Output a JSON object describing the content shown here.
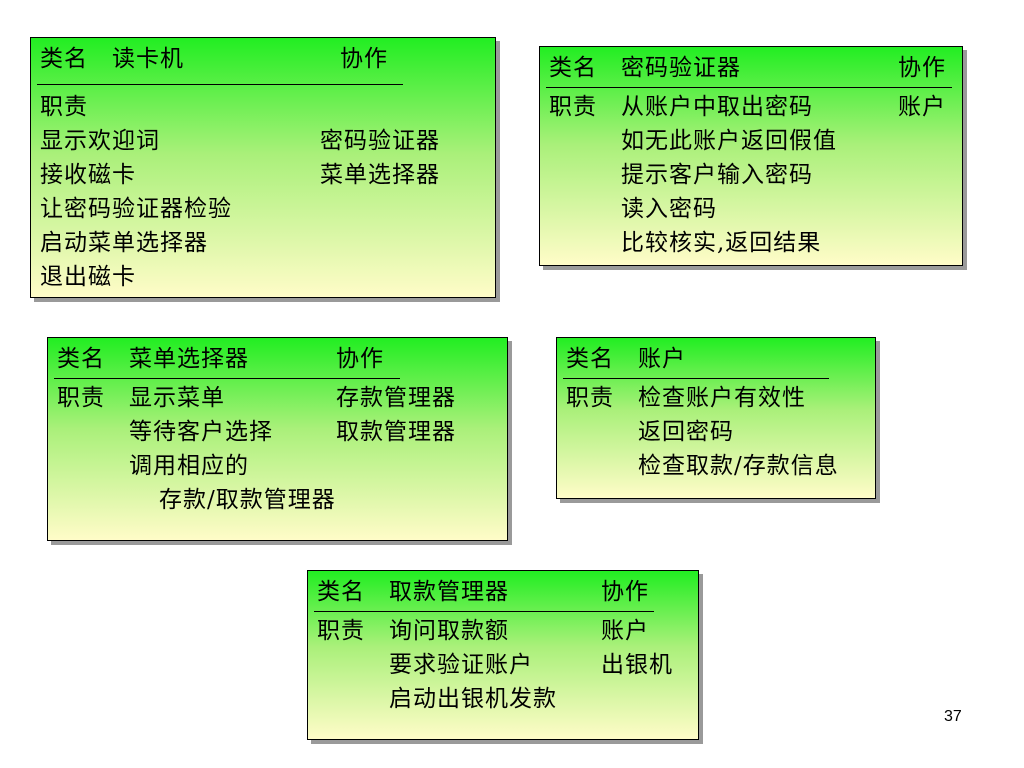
{
  "cards": {
    "card_reader": {
      "class_label": "类名",
      "class_name": "读卡机",
      "collab_label": "协作",
      "resp_label": "职责",
      "responsibilities": [
        "显示欢迎词",
        "接收磁卡",
        "让密码验证器检验",
        "启动菜单选择器",
        "退出磁卡"
      ],
      "collaborators": [
        "密码验证器",
        "菜单选择器"
      ]
    },
    "password_verifier": {
      "class_label": "类名",
      "class_name": "密码验证器",
      "collab_label": "协作",
      "resp_label": "职责",
      "responsibilities": [
        "从账户中取出密码",
        "如无此账户返回假值",
        "提示客户输入密码",
        "读入密码",
        "比较核实,返回结果"
      ],
      "collaborators": [
        "账户"
      ]
    },
    "menu_selector": {
      "class_label": "类名",
      "class_name": "菜单选择器",
      "collab_label": "协作",
      "resp_label": "职责",
      "responsibilities": [
        "显示菜单",
        "等待客户选择",
        "调用相应的",
        "存款/取款管理器"
      ],
      "collaborators": [
        "存款管理器",
        "取款管理器"
      ]
    },
    "account": {
      "class_label": "类名",
      "class_name": "账户",
      "resp_label": "职责",
      "responsibilities": [
        "检查账户有效性",
        "返回密码",
        "检查取款/存款信息"
      ]
    },
    "withdrawal_manager": {
      "class_label": "类名",
      "class_name": "取款管理器",
      "collab_label": "协作",
      "resp_label": "职责",
      "responsibilities": [
        "询问取款额",
        "要求验证账户",
        "启动出银机发款"
      ],
      "collaborators": [
        "账户",
        "出银机"
      ]
    }
  },
  "page_number": "37"
}
